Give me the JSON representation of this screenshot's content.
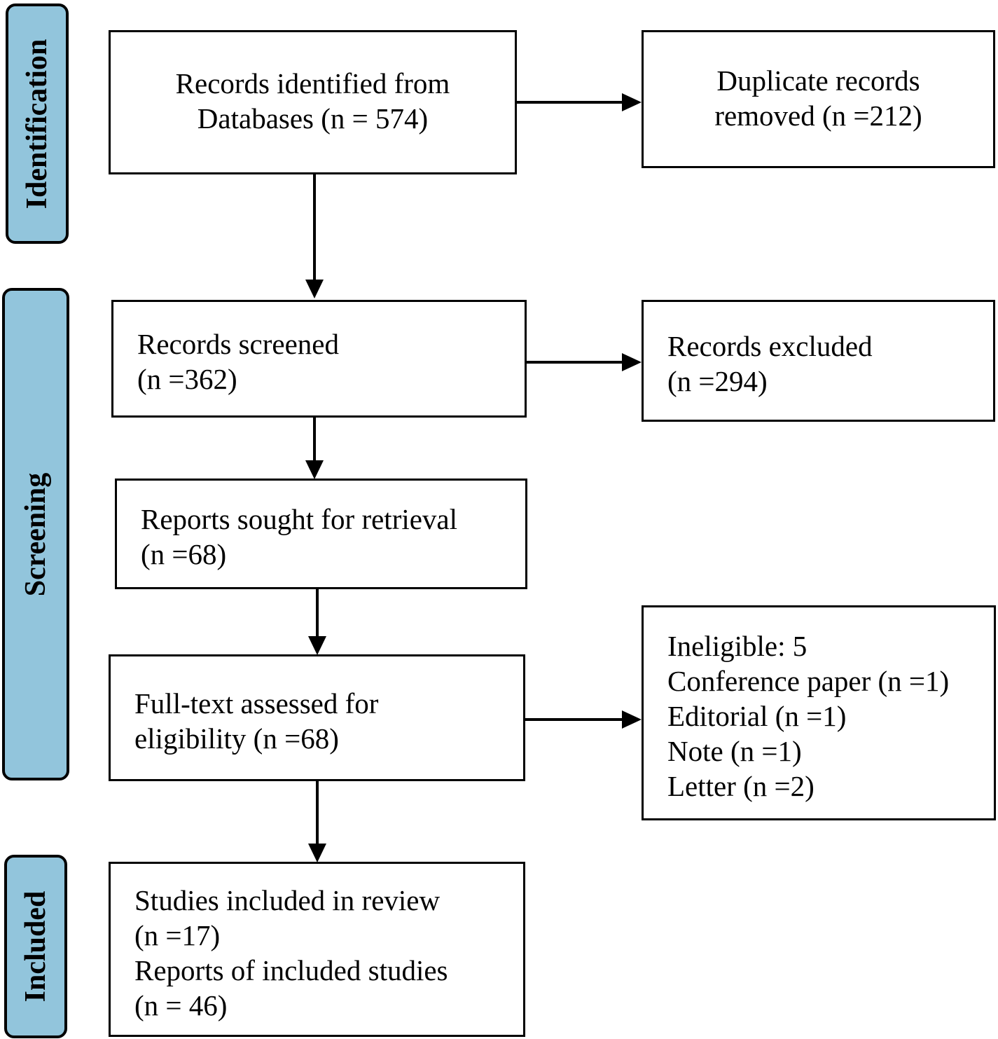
{
  "phases": {
    "identification": "Identification",
    "screening": "Screening",
    "included": "Included"
  },
  "boxes": {
    "records_identified": [
      "Records identified from",
      "Databases (n = 574)"
    ],
    "duplicates_removed": [
      "Duplicate records",
      "removed (n =212)"
    ],
    "records_screened": [
      "Records screened",
      "(n =362)"
    ],
    "records_excluded": [
      "Records excluded",
      "(n =294)"
    ],
    "reports_sought": [
      "Reports sought for retrieval",
      "(n =68)"
    ],
    "full_text_assessed": [
      "Full-text assessed for",
      "eligibility (n =68)"
    ],
    "ineligible": [
      "Ineligible: 5",
      "Conference paper (n =1)",
      "Editorial (n =1)",
      "Note (n =1)",
      "Letter (n =2)"
    ],
    "studies_included": [
      "Studies included in review",
      "(n =17)",
      "Reports of included studies",
      "(n = 46)"
    ]
  }
}
